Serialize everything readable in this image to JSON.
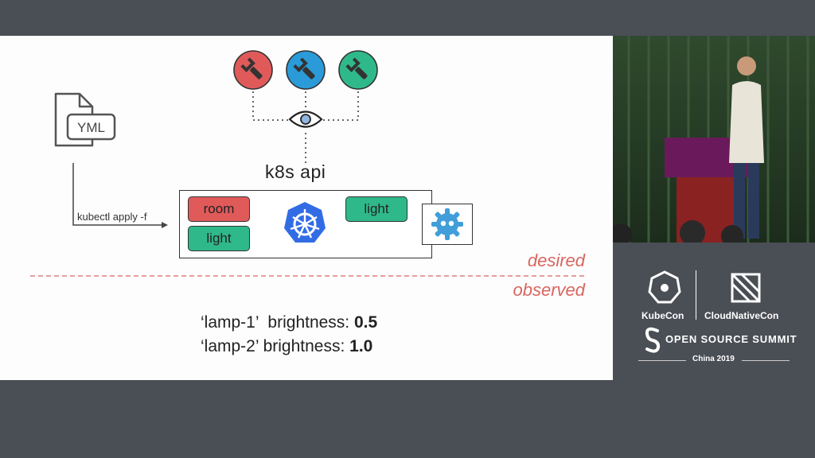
{
  "slide": {
    "yml_label": "YML",
    "command_label": "kubectl apply -f",
    "api_label": "k8s api",
    "resources": [
      {
        "label": "room",
        "color": "#e05a5a"
      },
      {
        "label": "light",
        "color": "#2fb98a"
      },
      {
        "label": "light",
        "color": "#2fb98a"
      }
    ],
    "controllers": [
      {
        "icon": "wrench-icon",
        "color": "#e05a5a"
      },
      {
        "icon": "wrench-icon",
        "color": "#2a9bd8"
      },
      {
        "icon": "wrench-icon",
        "color": "#2fb98a"
      }
    ],
    "desired_label": "desired",
    "observed_label": "observed",
    "observations": [
      {
        "name": "‘lamp-1’",
        "label": "brightness:",
        "value": "0.5"
      },
      {
        "name": "‘lamp-2’",
        "label": "brightness:",
        "value": "1.0"
      }
    ]
  },
  "sponsor": {
    "kubecon": "KubeCon",
    "cloudnativecon": "CloudNativeCon",
    "summit": "OPEN SOURCE SUMMIT",
    "location": "China 2019"
  },
  "colors": {
    "accent_red": "#d9655f",
    "kube_blue": "#326ce5",
    "background": "#4a4e55"
  }
}
